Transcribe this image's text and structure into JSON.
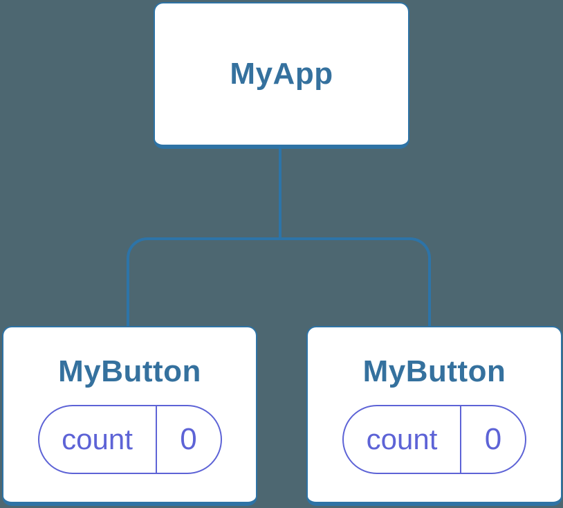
{
  "colors": {
    "background": "#4d6771",
    "connector": "#2d74a8",
    "node_fill": "#ffffff",
    "node_border": "#2e73a5",
    "node_title": "#35719e",
    "state": "#5d63d6"
  },
  "tree": {
    "root": {
      "label": "MyApp"
    },
    "children": [
      {
        "label": "MyButton",
        "state": {
          "key": "count",
          "value": "0"
        }
      },
      {
        "label": "MyButton",
        "state": {
          "key": "count",
          "value": "0"
        }
      }
    ]
  }
}
